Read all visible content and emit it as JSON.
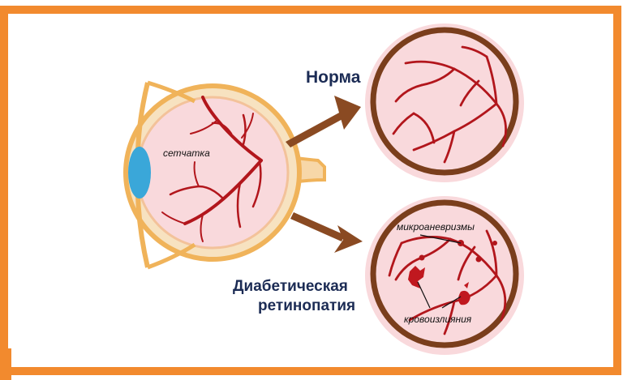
{
  "labels": {
    "retina": "сетчатка",
    "normal": "Норма",
    "diabetic_line1": "Диабетическая",
    "diabetic_line2": "ретинопатия",
    "microaneurysms": "микроаневризмы",
    "hemorrhages": "кровоизлияния"
  },
  "colors": {
    "frame": "#f28a2e",
    "eye_outline": "#f0b35a",
    "retina_fill": "#f9d9dc",
    "vessel": "#b2161c",
    "fundus_rim": "#7a3e1c",
    "lens": "#3aa7d9",
    "arrow": "#8a4a22",
    "text": "#1c2c55"
  }
}
